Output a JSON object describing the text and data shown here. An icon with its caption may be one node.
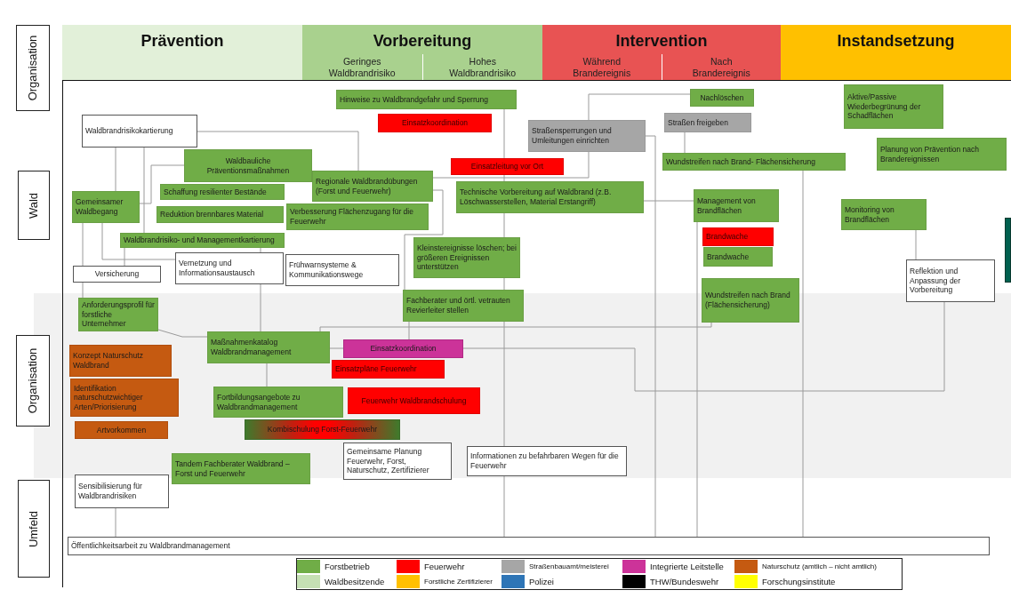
{
  "diagram": {
    "nodes": [
      {
        "text": [
          "Prävention"
        ]
      },
      {
        "text": [
          "Vorbereitung",
          "Geringes Waldbrandrisiko",
          "Hohes Waldbrandrisiko"
        ]
      },
      {
        "text": [
          "Intervention",
          "Während Brandereignis",
          "Nach Brandereignis"
        ]
      },
      {
        "text": [
          "Instandsetzung"
        ]
      },
      {
        "text": [
          "Organisation"
        ]
      },
      {
        "text": [
          "Wald"
        ]
      },
      {
        "text": [
          "Organisation"
        ]
      },
      {
        "text": [
          "Umfeld"
        ]
      },
      {
        "text": [
          "Hinweise zu Waldbrandgefahr und Sperrung"
        ]
      },
      {
        "text": [
          "Nachlöschen"
        ]
      },
      {
        "text": [
          "Aktive/Passive Wiederbegrünung der Schadflächen"
        ]
      },
      {
        "text": [
          "Einsatzkoordination"
        ]
      },
      {
        "text": [
          "Straßensperrungen und Umleitungen einrichten"
        ]
      },
      {
        "text": [
          "Straßen freigeben"
        ]
      },
      {
        "text": [
          "Waldbrandrisikokartierung"
        ]
      },
      {
        "text": [
          "Planung von Prävention nach Brandereignissen"
        ]
      },
      {
        "text": [
          "Waldbauliche Präventionsmaßnahmen"
        ]
      },
      {
        "text": [
          "Einsatzleitung vor Ort"
        ]
      },
      {
        "text": [
          "Wundstreifen nach Brand- Flächensicherung"
        ]
      },
      {
        "text": [
          "Regionale Waldbrandübungen (Forst und Feuerwehr)"
        ]
      },
      {
        "text": [
          "Technische Vorbereitung auf Waldbrand (z.B. Löschwasserstellen, Material Erstangriff)"
        ]
      },
      {
        "text": [
          "Schaffung resilienter Bestände"
        ]
      },
      {
        "text": [
          "Gemeinsamer Waldbegang"
        ]
      },
      {
        "text": [
          "Management von Brandflächen"
        ]
      },
      {
        "text": [
          "Monitoring von Brandflächen"
        ]
      },
      {
        "text": [
          "Verbesserung Flächenzugang für die Feuerwehr"
        ]
      },
      {
        "text": [
          "Reduktion brennbares Material"
        ]
      },
      {
        "text": [
          "Brandwache"
        ]
      },
      {
        "text": [
          "Waldbrandrisiko- und Managementkartierung"
        ]
      },
      {
        "text": [
          "Kleinstereignisse löschen; bei größeren Ereignissen unterstützen"
        ]
      },
      {
        "text": [
          "Brandwache"
        ]
      },
      {
        "text": [
          "Vernetzung und Informationsaustausch"
        ]
      },
      {
        "text": [
          "Frühwarnsysteme & Kommunikationswege"
        ]
      },
      {
        "text": [
          "Versicherung"
        ]
      },
      {
        "text": [
          "Reflektion und Anpassung der Vorbereitung"
        ]
      },
      {
        "text": [
          "Wundstreifen nach Brand (Flächensicherung)"
        ]
      },
      {
        "text": [
          "Fachberater und örtl. vetrauten Revierleiter stellen"
        ]
      },
      {
        "text": [
          "Anforderungsprofil für forstliche Unternehmer"
        ]
      },
      {
        "text": [
          "Maßnahmenkatalog Waldbrandmanagement"
        ]
      },
      {
        "text": [
          "Konzept Naturschutz Waldbrand"
        ]
      },
      {
        "text": [
          "Einsatzkoordination"
        ]
      },
      {
        "text": [
          "Einsatzpläne Feuerwehr"
        ]
      },
      {
        "text": [
          "Identifikation naturschutzwichtiger Arten/Priorisierung"
        ]
      },
      {
        "text": [
          "Fortbildungsangebote zu Waldbrandmanagement"
        ]
      },
      {
        "text": [
          "Feuerwehr Waldbrandschulung"
        ]
      },
      {
        "text": [
          "Artvorkommen"
        ]
      },
      {
        "text": [
          "Kombischulung Forst-Feuerwehr"
        ]
      },
      {
        "text": [
          "Gemeinsame Planung Feuerwehr, Forst, Naturschutz, Zertifizierer"
        ]
      },
      {
        "text": [
          "Informationen zu befahrbaren Wegen für die Feuerwehr"
        ]
      },
      {
        "text": [
          "Tandem Fachberater Waldbrand – Forst und Feuerwehr"
        ]
      },
      {
        "text": [
          "Sensibilisierung für Waldbrandrisiken"
        ]
      },
      {
        "text": [
          "Öffentlichkeitsarbeit zu Waldbrandmanagement"
        ]
      }
    ],
    "edges": [
      {
        "from": 14,
        "to": 19,
        "arrow": "none"
      },
      {
        "from": 14,
        "to": 22,
        "arrow": "none"
      },
      {
        "from": 14,
        "to": 28,
        "arrow": "none"
      },
      {
        "from": 16,
        "to": 22,
        "arrow": "none"
      },
      {
        "from": 28,
        "to": 33,
        "arrow": "none"
      },
      {
        "from": 22,
        "to": 33,
        "arrow": "none"
      },
      {
        "from": 22,
        "to": 31,
        "arrow": "none"
      },
      {
        "from": 28,
        "to": 31,
        "arrow": "none"
      },
      {
        "from": 31,
        "to": 38,
        "arrow": "none"
      },
      {
        "from": 19,
        "to": 36,
        "arrow": "none"
      },
      {
        "from": 8,
        "to": 17,
        "arrow": "none"
      },
      {
        "from": 17,
        "to": 20,
        "arrow": "none"
      },
      {
        "from": 20,
        "to": 29,
        "arrow": "none"
      },
      {
        "from": 29,
        "to": 36,
        "arrow": "none"
      },
      {
        "from": 36,
        "to": 48,
        "arrow": "none"
      },
      {
        "from": 48,
        "to": 51,
        "arrow": "none"
      },
      {
        "from": 9,
        "to": 12,
        "arrow": "none"
      },
      {
        "from": 12,
        "to": 19,
        "arrow": "none"
      },
      {
        "from": 12,
        "to": 51,
        "arrow": "none"
      },
      {
        "from": 13,
        "to": 18,
        "arrow": "none"
      },
      {
        "from": 20,
        "to": 23,
        "arrow": "none"
      },
      {
        "from": 18,
        "to": 51,
        "arrow": "none"
      },
      {
        "from": 23,
        "to": 51,
        "arrow": "none"
      },
      {
        "from": 24,
        "to": 34,
        "arrow": "none"
      },
      {
        "from": 34,
        "to": 40,
        "arrow": "none"
      },
      {
        "from": 37,
        "to": 38,
        "arrow": "none"
      },
      {
        "from": 38,
        "to": 43,
        "arrow": "none"
      },
      {
        "from": 38,
        "to": 40,
        "arrow": "none"
      },
      {
        "from": 36,
        "to": 40,
        "arrow": "none"
      },
      {
        "from": 33,
        "to": 37,
        "arrow": "none"
      },
      {
        "from": 50,
        "to": 51,
        "arrow": "none"
      },
      {
        "from": 38,
        "to": 35,
        "arrow": "none"
      }
    ],
    "legend": [
      {
        "text": "Forstbetrieb",
        "color": "#70ad47"
      },
      {
        "text": "Feuerwehr",
        "color": "#ff0000"
      },
      {
        "text": "Straßenbauamt/meisterei",
        "color": "#a6a6a6"
      },
      {
        "text": "Integrierte Leitstelle",
        "color": "#cc3399"
      },
      {
        "text": "Naturschutz (amtlich – nicht amtlich)",
        "color": "#c55a11"
      },
      {
        "text": "Waldbesitzende",
        "color": "#c5e0b4"
      },
      {
        "text": "Forstliche Zertifizierer",
        "color": "#ffc000"
      },
      {
        "text": "Polizei",
        "color": "#2e75b6"
      },
      {
        "text": "THW/Bundeswehr",
        "color": "#000000"
      },
      {
        "text": "Forschungsinstitute",
        "color": "#ffff00"
      }
    ]
  }
}
